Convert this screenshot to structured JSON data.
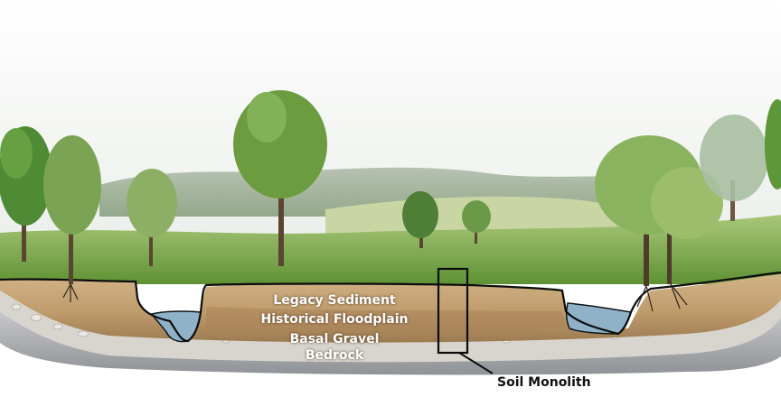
{
  "labels": {
    "legacy_sediment": "Legacy Sediment",
    "historical_floodplain": "Historical Floodplain",
    "basal_gravel": "Basal Gravel",
    "bedrock": "Bedrock",
    "soil_monolith": "Soil Monolith"
  },
  "colors": {
    "sky": "#f4f6f4",
    "grass": "#7fae4a",
    "legacy_sediment": "#c9a77a",
    "floodplain": "#b08a5c",
    "basal_gravel": "#c9c6bf",
    "bedrock": "#a7a9ad",
    "water": "#8fb2c9",
    "tree_foliage": "#5c8f3a"
  }
}
